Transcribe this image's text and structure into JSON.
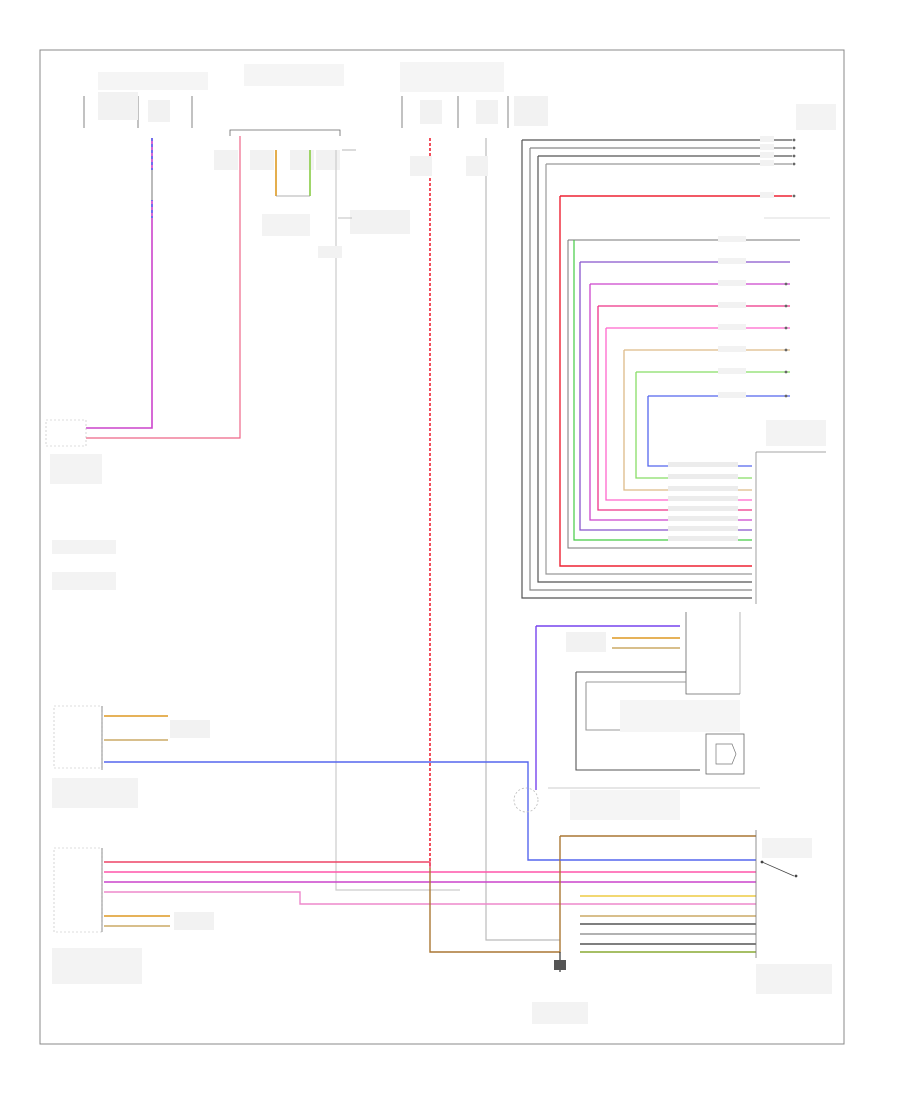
{
  "diagram": {
    "footer_code": "",
    "colors": {
      "red": "#ee2233",
      "pink": "#ff55aa",
      "violet": "#cc44cc",
      "blue": "#5566ee",
      "green": "#44cc44",
      "yellow": "#eecc44",
      "orange": "#dd9922",
      "brown": "#aa7733",
      "gray": "#999999",
      "black": "#222222",
      "lightgray": "#cccccc"
    },
    "components": [
      {
        "id": "lighting_unit",
        "label": ""
      },
      {
        "id": "engine_unit",
        "label": ""
      },
      {
        "id": "fuse_unit",
        "label": ""
      },
      {
        "id": "range_selector",
        "label": ""
      },
      {
        "id": "transmission_module",
        "label": ""
      },
      {
        "id": "sensor_module",
        "label": ""
      },
      {
        "id": "electronic_module",
        "label": ""
      },
      {
        "id": "transmission_range",
        "label": ""
      },
      {
        "id": "selector_switch",
        "label": ""
      },
      {
        "id": "ground",
        "label": ""
      }
    ]
  }
}
